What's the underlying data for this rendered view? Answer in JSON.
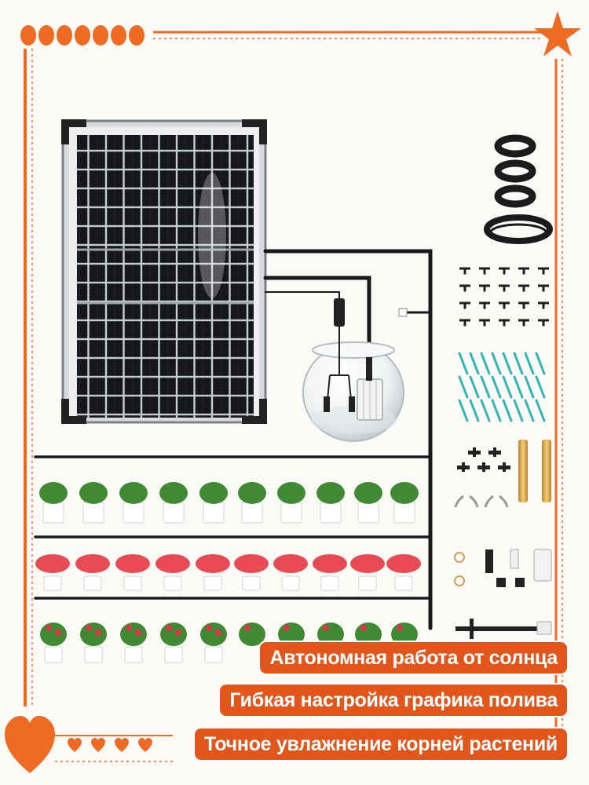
{
  "colors": {
    "accent": "#e2551b",
    "frame": "#ef6a22",
    "panel_cell": "#15171c",
    "pipe": "#1a1a1a",
    "pot": "#ffffff",
    "foliage": "#3f8a32",
    "anthurium": "#e94b55",
    "rose": "#d9364a",
    "stake": "#2fb7b3",
    "brass": "#d9a53c",
    "background": "#fbfaf6"
  },
  "icons": [
    "dot-decoration-icon",
    "star-icon",
    "heart-icon",
    "solar-panel-icon",
    "water-bowl-icon",
    "pump-icon",
    "tubing-coil-icon",
    "tee-connector-icon",
    "drip-stake-icon",
    "pot-icon"
  ],
  "features": [
    "Автономная работа от солнца",
    "Гибкая настройка графика полива",
    "Точное увлажнение корней растений"
  ]
}
